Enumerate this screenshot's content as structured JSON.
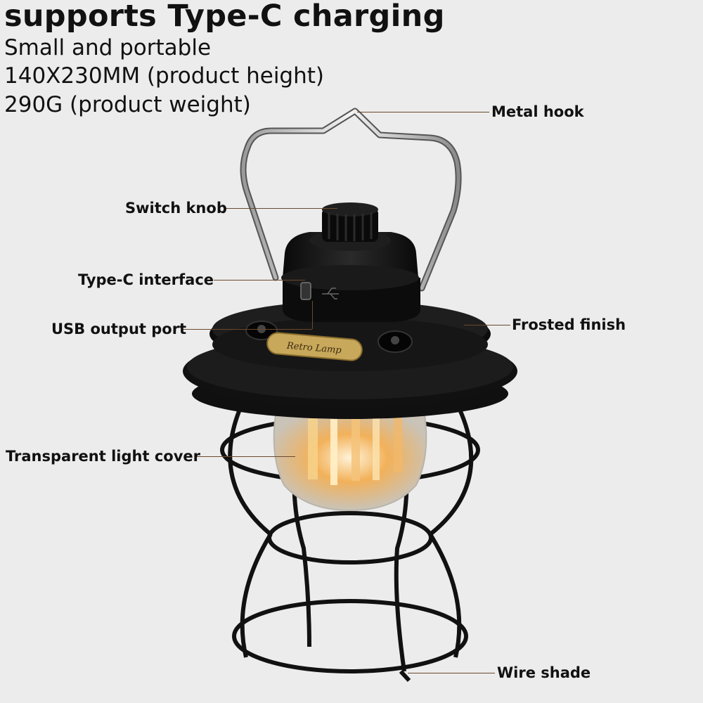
{
  "header": {
    "headline": "supports Type-C charging",
    "spec_lines": [
      "Small and portable",
      "140X230MM (product height)",
      "290G (product weight)"
    ]
  },
  "callouts": {
    "metal_hook": "Metal hook",
    "switch_knob": "Switch knob",
    "type_c_interface": "Type-C interface",
    "usb_output_port": "USB output port",
    "frosted_finish": "Frosted finish",
    "transparent_light_cover": "Transparent light cover",
    "wire_shade": "Wire shade"
  },
  "product": {
    "badge_text": "Retro Lamp"
  },
  "colors": {
    "background": "#ececec",
    "leader_line": "#6b4a2e",
    "lantern_body": "#141414",
    "badge": "#c8a85a",
    "glow": "#f2b15a"
  }
}
